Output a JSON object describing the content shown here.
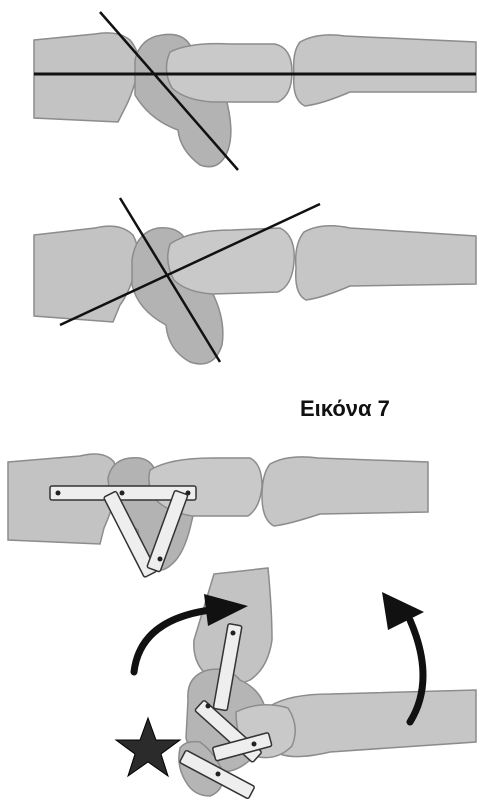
{
  "caption": "Εικόνα 7",
  "colors": {
    "bone_fill": "#bdbdbd",
    "bone_light": "#d4d4d4",
    "bone_dark": "#a9a9a9",
    "outline": "#8c8c8c",
    "line": "#111111",
    "brace_fill": "#ededed",
    "arrow": "#111111",
    "star": "#2b2b2b"
  },
  "panels": [
    {
      "name": "panel-top",
      "description_visible": false
    },
    {
      "name": "panel-middle",
      "description_visible": false
    },
    {
      "name": "panel-brace",
      "description_visible": false
    },
    {
      "name": "panel-rotated",
      "description_visible": false
    }
  ]
}
